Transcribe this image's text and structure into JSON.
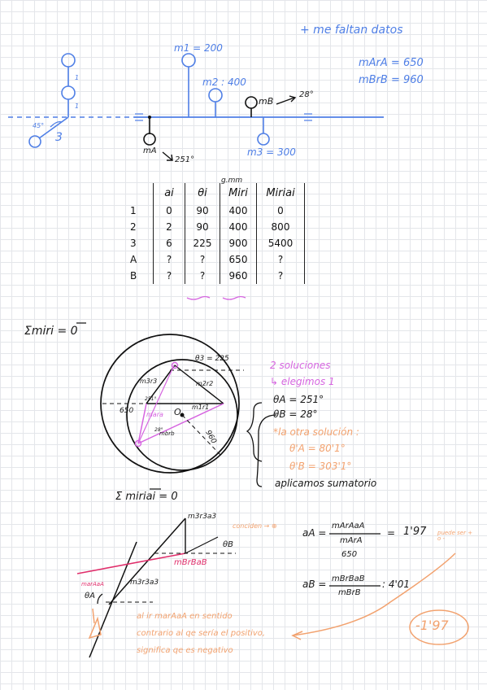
{
  "top": {
    "note_missing": "+ me faltan datos",
    "m1": "m1 = 200",
    "m2": "m2 : 400",
    "m3": "m3 = 300",
    "mB": "mB",
    "angB": "28°",
    "mA": "mA",
    "angA": "251°",
    "mArA": "mArA = 650",
    "mBrB": "mBrB = 960",
    "dim1": "1",
    "dim2": "1",
    "ang45": "45°",
    "num3": "3"
  },
  "table": {
    "units": "g.mm",
    "headers": [
      "ai",
      "θi",
      "Miri",
      "Miriai"
    ],
    "rows": [
      {
        "label": "1",
        "ai": "0",
        "th": "90",
        "mr": "400",
        "mra": "0"
      },
      {
        "label": "2",
        "ai": "2",
        "th": "90",
        "mr": "400",
        "mra": "800"
      },
      {
        "label": "3",
        "ai": "6",
        "th": "225",
        "mr": "900",
        "mra": "5400"
      },
      {
        "label": "A",
        "ai": "?",
        "th": "?",
        "mr": "650",
        "mra": "?"
      },
      {
        "label": "B",
        "ai": "?",
        "th": "?",
        "mr": "960",
        "mra": "?"
      }
    ]
  },
  "eq1": "Σmiri = 0",
  "circle": {
    "theta3": "θ3 = 225",
    "m3r3": "m3r3",
    "m2r2": "m2r2",
    "m1r1": "m1r1",
    "n650": "650",
    "mara": "mara",
    "mbrb": "mbrb",
    "n960": "960",
    "o": "O",
    "ang28": "28°",
    "ang251": "251°"
  },
  "solutions": {
    "title": "2 soluciones",
    "choose": "↳ elegimos 1",
    "thA": "θA = 251°",
    "thB": "θB = 28°",
    "other": "*la otra solución :",
    "thA2": "θ'A = 80'1°",
    "thB2": "θ'B = 303'1°",
    "apply": "aplicamos sumatorio"
  },
  "eq2": "Σ miriai = 0",
  "poly": {
    "m3r3a3": "m3r3a3",
    "conciden": "conciden → ⊕",
    "thB": "θB",
    "mBrBaB": "mBrBaB",
    "marAaA": "marAaA",
    "thA": "θA",
    "m3r3a3b": "m3r3a3"
  },
  "formulas": {
    "aA": "aA =",
    "aA_num": "mArAaA",
    "aA_den": "mArA",
    "aA_den2": "650",
    "aA_val": "1'97",
    "aA_note": "puede ser + o -",
    "aB": "aB =",
    "aB_num": "mBrBaB",
    "aB_den": "mBrB",
    "aB_val": ": 4'01"
  },
  "remark": [
    "al ir marAaA en sentido",
    "contrario al qe sería el positivo,",
    "significa qe es negativo"
  ],
  "final": "-1'97"
}
